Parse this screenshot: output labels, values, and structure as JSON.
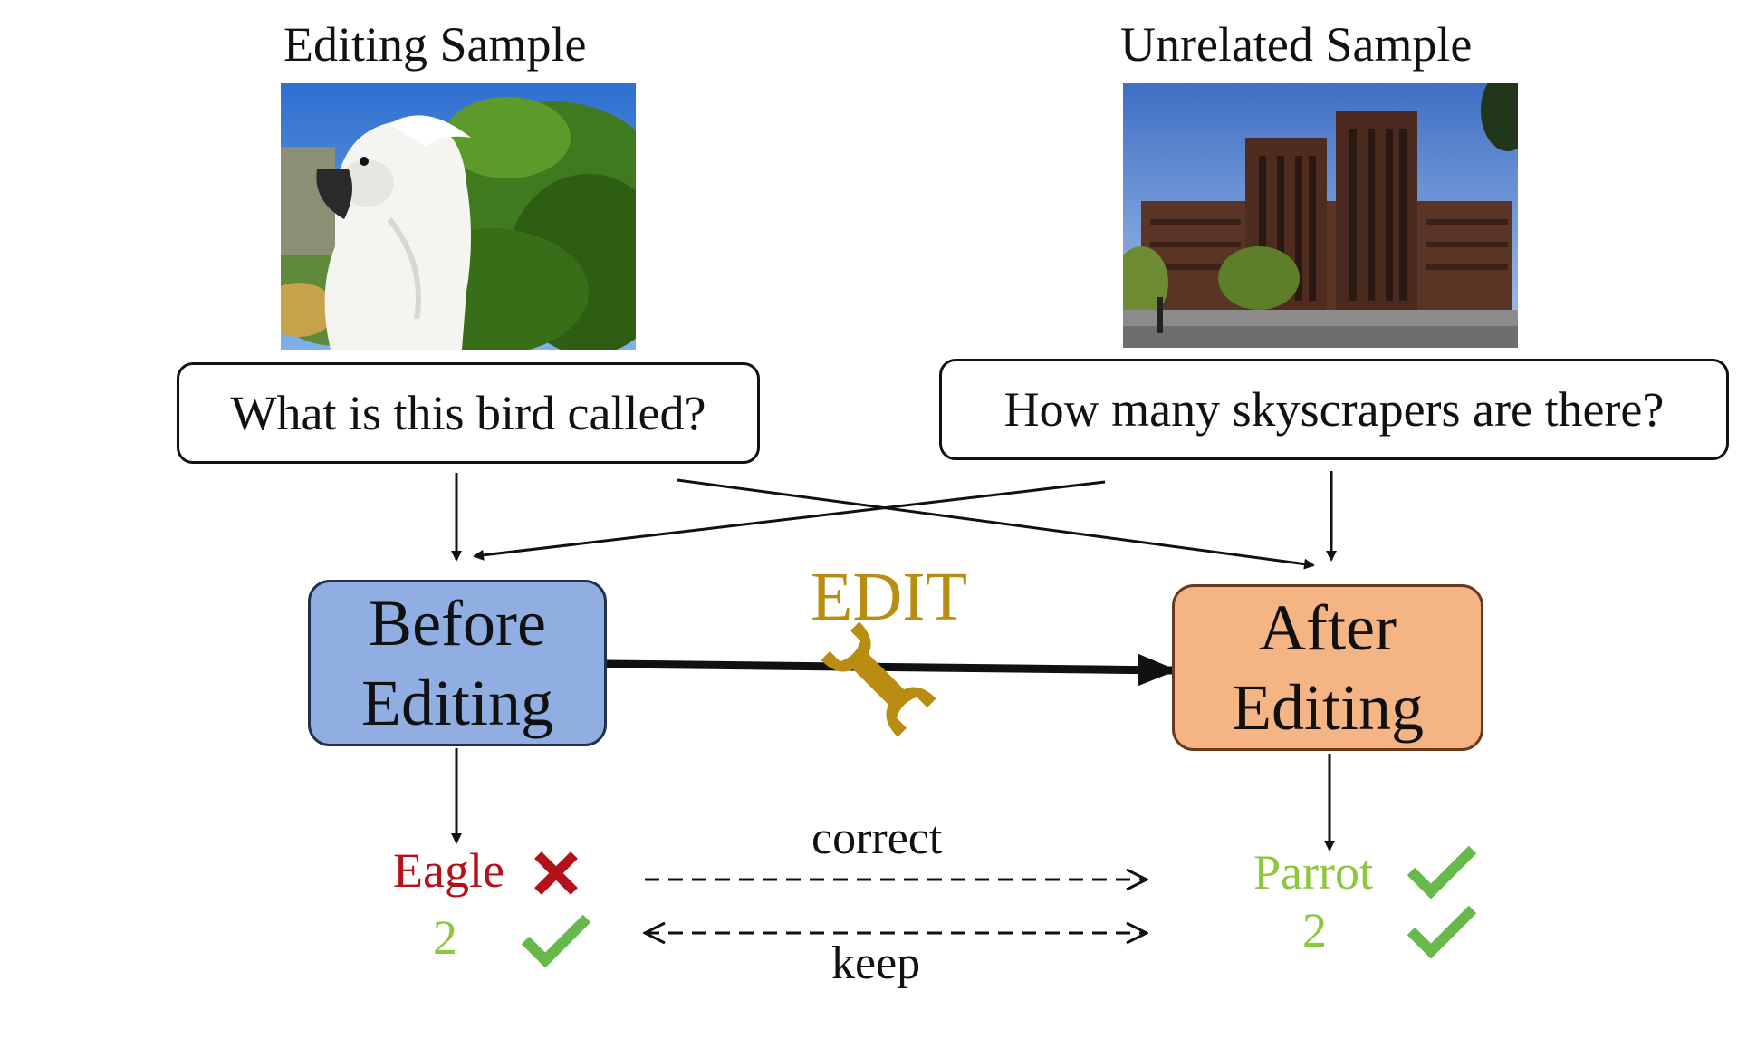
{
  "left": {
    "title": "Editing Sample",
    "question": "What is this bird called?",
    "image": "cockatoo-photo"
  },
  "right": {
    "title": "Unrelated Sample",
    "question": "How many skyscrapers are there?",
    "image": "city-hall-photo"
  },
  "before": {
    "line1": "Before",
    "line2": "Editing"
  },
  "after": {
    "line1": "After",
    "line2": "Editing"
  },
  "edit_label": "EDIT",
  "edit_icon": "wrench-icon",
  "before_answers": [
    {
      "text": "Eagle",
      "status": "wrong"
    },
    {
      "text": "2",
      "status": "right"
    }
  ],
  "after_answers": [
    {
      "text": "Parrot",
      "status": "right"
    },
    {
      "text": "2",
      "status": "right"
    }
  ],
  "relations": {
    "correct": "correct",
    "keep": "keep"
  },
  "colors": {
    "before_fill": "#90aee2",
    "after_fill": "#f4b484",
    "edit_gold": "#b98d12",
    "wrong_red": "#b3121b",
    "right_green": "#8dc63f",
    "check_green": "#66b94a"
  }
}
